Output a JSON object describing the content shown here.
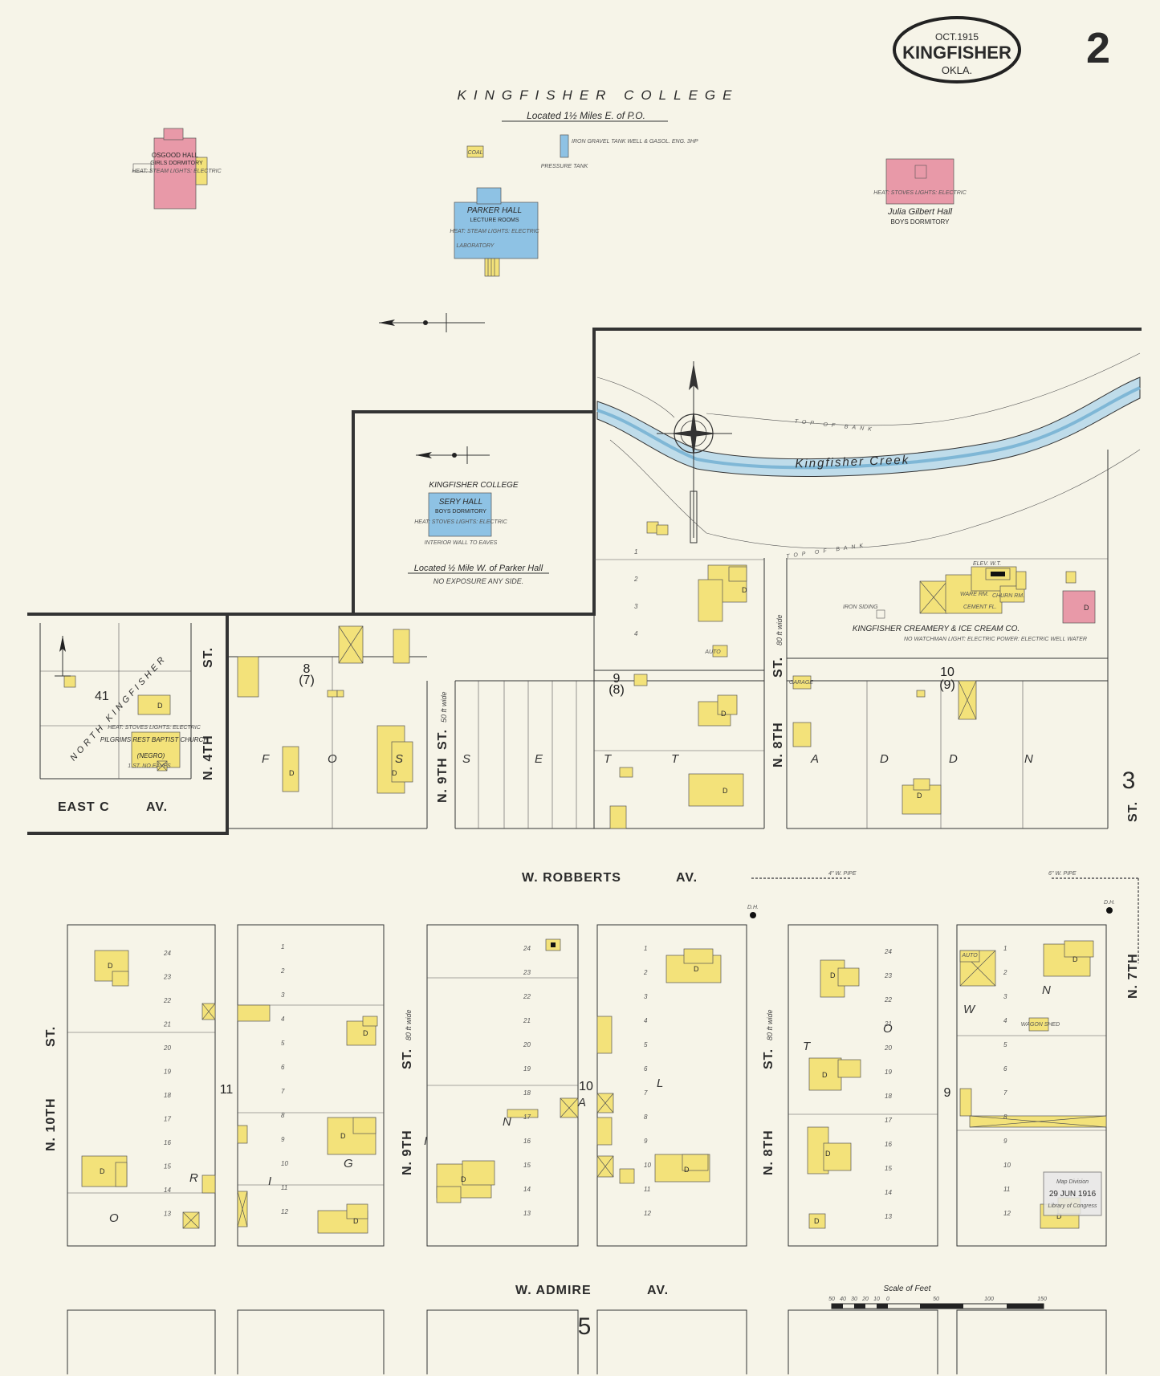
{
  "header": {
    "date": "OCT.1915",
    "city": "KINGFISHER",
    "state": "OKLA.",
    "sheet_number": "2"
  },
  "college": {
    "title": "KINGFISHER COLLEGE",
    "location_note": "Located 1½ Miles E. of P.O.",
    "buildings": {
      "osgood": {
        "name": "OSGOOD HALL",
        "use": "GIRLS DORMITORY",
        "notes": "HEAT: STEAM LIGHTS: ELECTRIC"
      },
      "parker": {
        "name": "PARKER HALL",
        "use": "LECTURE ROOMS",
        "notes": "HEAT: STEAM LIGHTS: ELECTRIC",
        "sub": "LABORATORY"
      },
      "julia": {
        "name": "Julia Gilbert Hall",
        "use": "BOYS DORMITORY",
        "notes": "HEAT: STOVES LIGHTS: ELECTRIC"
      },
      "coal": {
        "name": "COAL"
      },
      "tank": {
        "name": "PRESSURE TANK",
        "notes": "IRON GRAVEL TANK WELL & GASOL. ENG. 3HP"
      }
    }
  },
  "sery_inset": {
    "title": "KINGFISHER COLLEGE",
    "hall": "SERY HALL",
    "use": "BOYS DORMITORY",
    "notes": "HEAT: STOVES LIGHTS: ELECTRIC",
    "wall_note": "INTERIOR WALL TO EAVES",
    "location_note": "Located ½ Mile W. of Parker Hall",
    "exposure_note": "NO EXPOSURE ANY SIDE."
  },
  "creek": {
    "name": "Kingfisher Creek",
    "bank_label": "TOP OF BANK"
  },
  "creamery": {
    "name": "KINGFISHER CREAMERY & ICE CREAM CO.",
    "notes": "NO WATCHMAN LIGHT: ELECTRIC POWER: ELECTRIC WELL WATER",
    "labels": [
      "WARE RM.",
      "CHURN RM.",
      "CEMENT FL.",
      "ELEV. W.T.",
      "IRON SIDING"
    ]
  },
  "streets": {
    "east_c": "EAST C",
    "av": "AV.",
    "w_robberts": "W. ROBBERTS",
    "w_admire": "W. ADMIRE",
    "st": "ST.",
    "n_4th": "N. 4TH",
    "n_7th": "N. 7TH",
    "n_8th": "N. 8TH",
    "n_9th": "N. 9TH",
    "n_10th": "N. 10TH",
    "north_kingfisher": "NORTH KINGFISHER",
    "width_80": "80 ft wide",
    "width_50": "50 ft wide",
    "pipe_4": "4\" W. PIPE",
    "pipe_6": "6\" W. PIPE",
    "hydrant": "D.H."
  },
  "church": {
    "name": "PILGRIMS REST BAPTIST CHURCH",
    "sub": "(NEGRO)",
    "notes": "HEAT: STOVES LIGHTS: ELECTRIC",
    "ceiling": "1 ST. NO EAVES"
  },
  "blocks": {
    "b41": "41",
    "b8": "8",
    "b8p": "(7)",
    "b9": "9",
    "b9p": "(8)",
    "b10": "10",
    "b10p": "(9)",
    "b11": "11",
    "b10s": "10",
    "b9s": "9",
    "sheet3": "3",
    "sheet5": "5"
  },
  "addition_letters": {
    "fosset": [
      "F",
      "O",
      "S",
      "S",
      "E",
      "T",
      "T",
      "S"
    ],
    "addn": [
      "A",
      "D",
      "D",
      "N"
    ],
    "original": [
      "O",
      "R",
      "I",
      "G",
      "I",
      "N",
      "A",
      "L"
    ],
    "town": [
      "T",
      "O",
      "W",
      "N"
    ]
  },
  "misc": {
    "dwelling": "D",
    "auto": "AUTO",
    "garage": "GARAGE",
    "wagon_shed": "WAGON SHED",
    "stamp_line1": "Map Division",
    "stamp_line2": "29 JUN 1916",
    "stamp_line3": "Library of Congress"
  },
  "scale": {
    "title": "Scale of Feet",
    "ticks": [
      "50",
      "40",
      "30",
      "20",
      "10",
      "0",
      "50",
      "100",
      "150"
    ]
  }
}
